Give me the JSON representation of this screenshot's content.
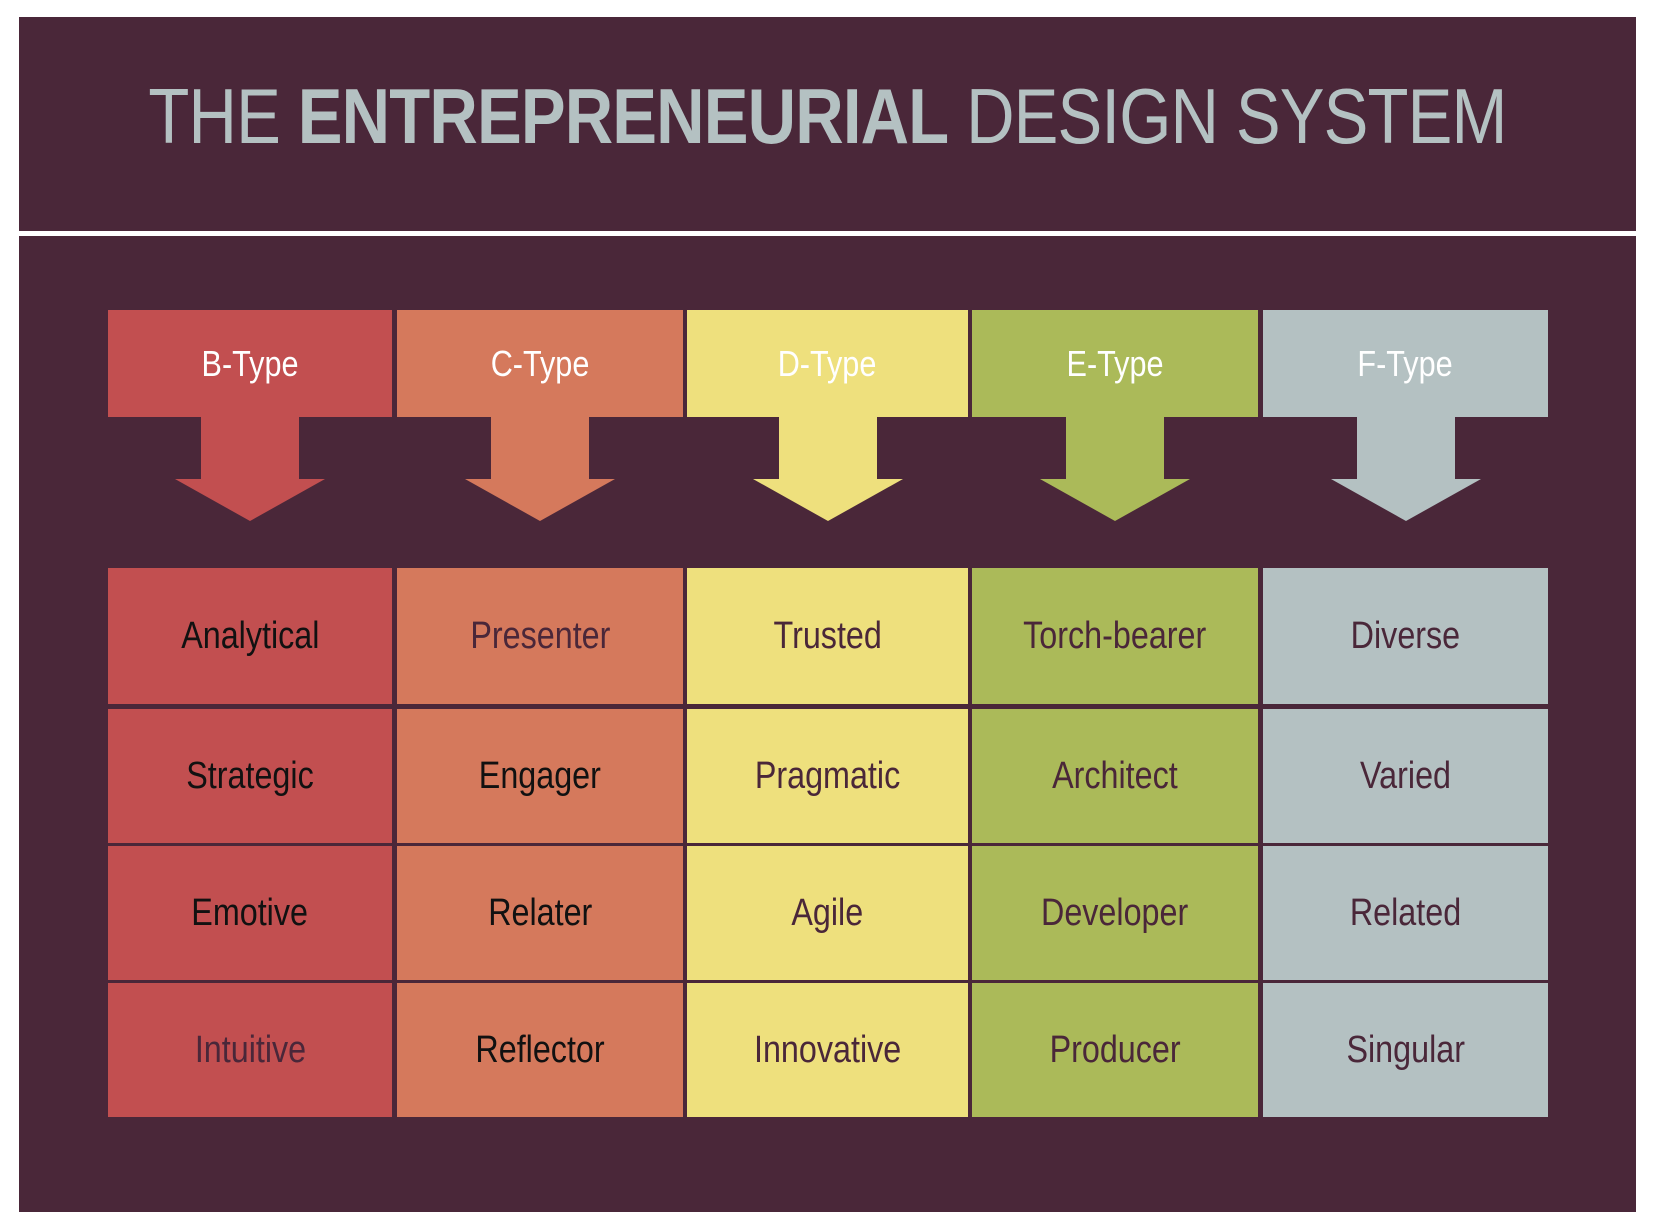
{
  "title": {
    "prefix": "THE",
    "bold": "ENTREPRENEURIAL",
    "suffix": "DESIGN SYSTEM",
    "color": "#b4c1c2"
  },
  "colors": {
    "background": "#4a2739",
    "text_dark": "#111111",
    "text_purple": "#4a2739",
    "header_text": "#ffffff"
  },
  "columns": [
    {
      "label": "B-Type",
      "color": "#c24f50",
      "items": [
        "Analytical",
        "Strategic",
        "Emotive",
        "Intuitive"
      ]
    },
    {
      "label": "C-Type",
      "color": "#d5795c",
      "items": [
        "Presenter",
        "Engager",
        "Relater",
        "Reflector"
      ]
    },
    {
      "label": "D-Type",
      "color": "#eee07d",
      "items": [
        "Trusted",
        "Pragmatic",
        "Agile",
        "Innovative"
      ]
    },
    {
      "label": "E-Type",
      "color": "#abba59",
      "items": [
        "Torch-bearer",
        "Architect",
        "Developer",
        "Producer"
      ]
    },
    {
      "label": "F-Type",
      "color": "#b4c1c2",
      "items": [
        "Diverse",
        "Varied",
        "Related",
        "Singular"
      ]
    }
  ]
}
